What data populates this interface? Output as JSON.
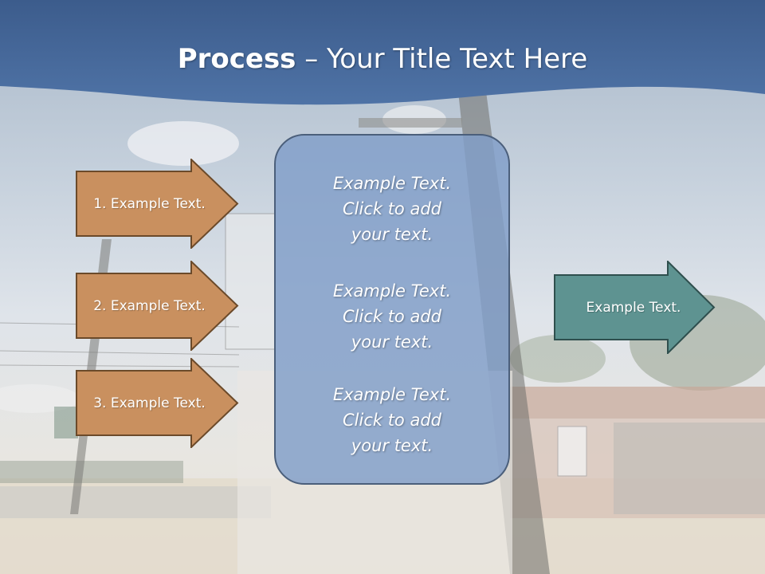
{
  "slide": {
    "title_bold": "Process",
    "title_rest": " – Your Title Text Here"
  },
  "steps": [
    {
      "label": "1. Example Text."
    },
    {
      "label": "2. Example Text."
    },
    {
      "label": "3. Example Text."
    }
  ],
  "center_box": {
    "items": [
      {
        "line1": "Example Text.",
        "line2": "Click  to add",
        "line3": "your text."
      },
      {
        "line1": "Example Text.",
        "line2": "Click  to add",
        "line3": "your text."
      },
      {
        "line1": "Example Text.",
        "line2": "Click  to add",
        "line3": "your text."
      }
    ]
  },
  "output": {
    "label": "Example Text."
  },
  "colors": {
    "header_band": "#3f5f8f",
    "step_arrow_fill": "#c9905f",
    "step_arrow_stroke": "#6b4a2a",
    "center_box_fill": "#809ec8",
    "output_arrow_fill": "#5e9391",
    "output_arrow_stroke": "#2f4f4e"
  }
}
